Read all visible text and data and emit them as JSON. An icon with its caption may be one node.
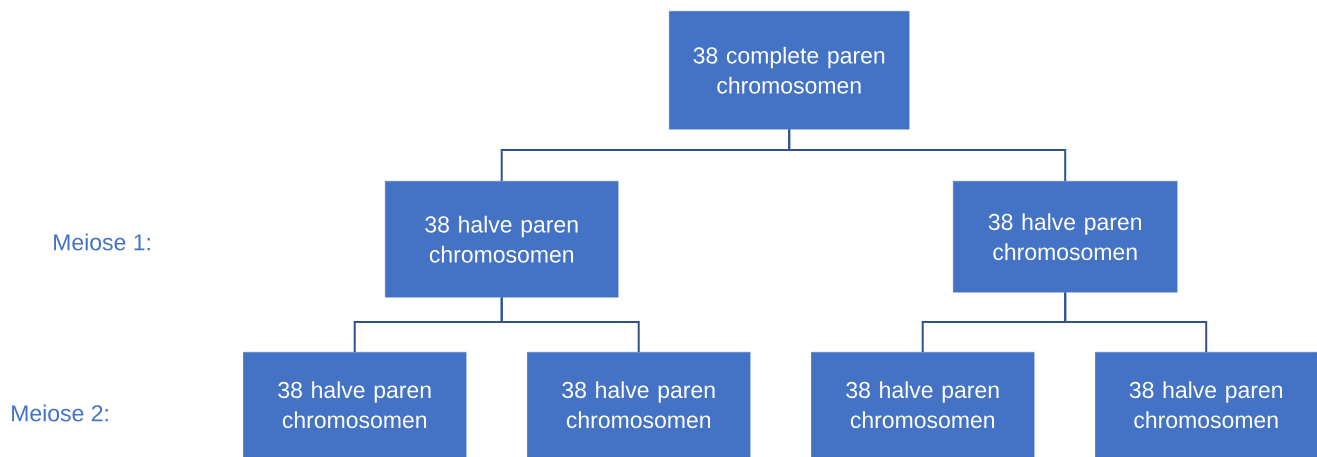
{
  "diagram": {
    "nodes": [
      {
        "text": [
          "38 complete paren chromosomen"
        ]
      },
      {
        "text": [
          "38 halve paren chromosomen"
        ]
      },
      {
        "text": [
          "38 halve paren chromosomen"
        ]
      },
      {
        "text": [
          "38 halve paren chromosomen"
        ]
      },
      {
        "text": [
          "38 halve paren chromosomen"
        ]
      },
      {
        "text": [
          "38 halve paren chromosomen"
        ]
      },
      {
        "text": [
          "38 halve paren chromosomen"
        ]
      }
    ],
    "edges": [
      {
        "from": 0,
        "to": 1,
        "arrow": "none"
      },
      {
        "from": 0,
        "to": 2,
        "arrow": "none"
      },
      {
        "from": 1,
        "to": 3,
        "arrow": "none"
      },
      {
        "from": 1,
        "to": 4,
        "arrow": "none"
      },
      {
        "from": 2,
        "to": 5,
        "arrow": "none"
      },
      {
        "from": 2,
        "to": 6,
        "arrow": "none"
      }
    ],
    "labels": [
      "Meiose 1:",
      "Meiose 2:"
    ]
  }
}
